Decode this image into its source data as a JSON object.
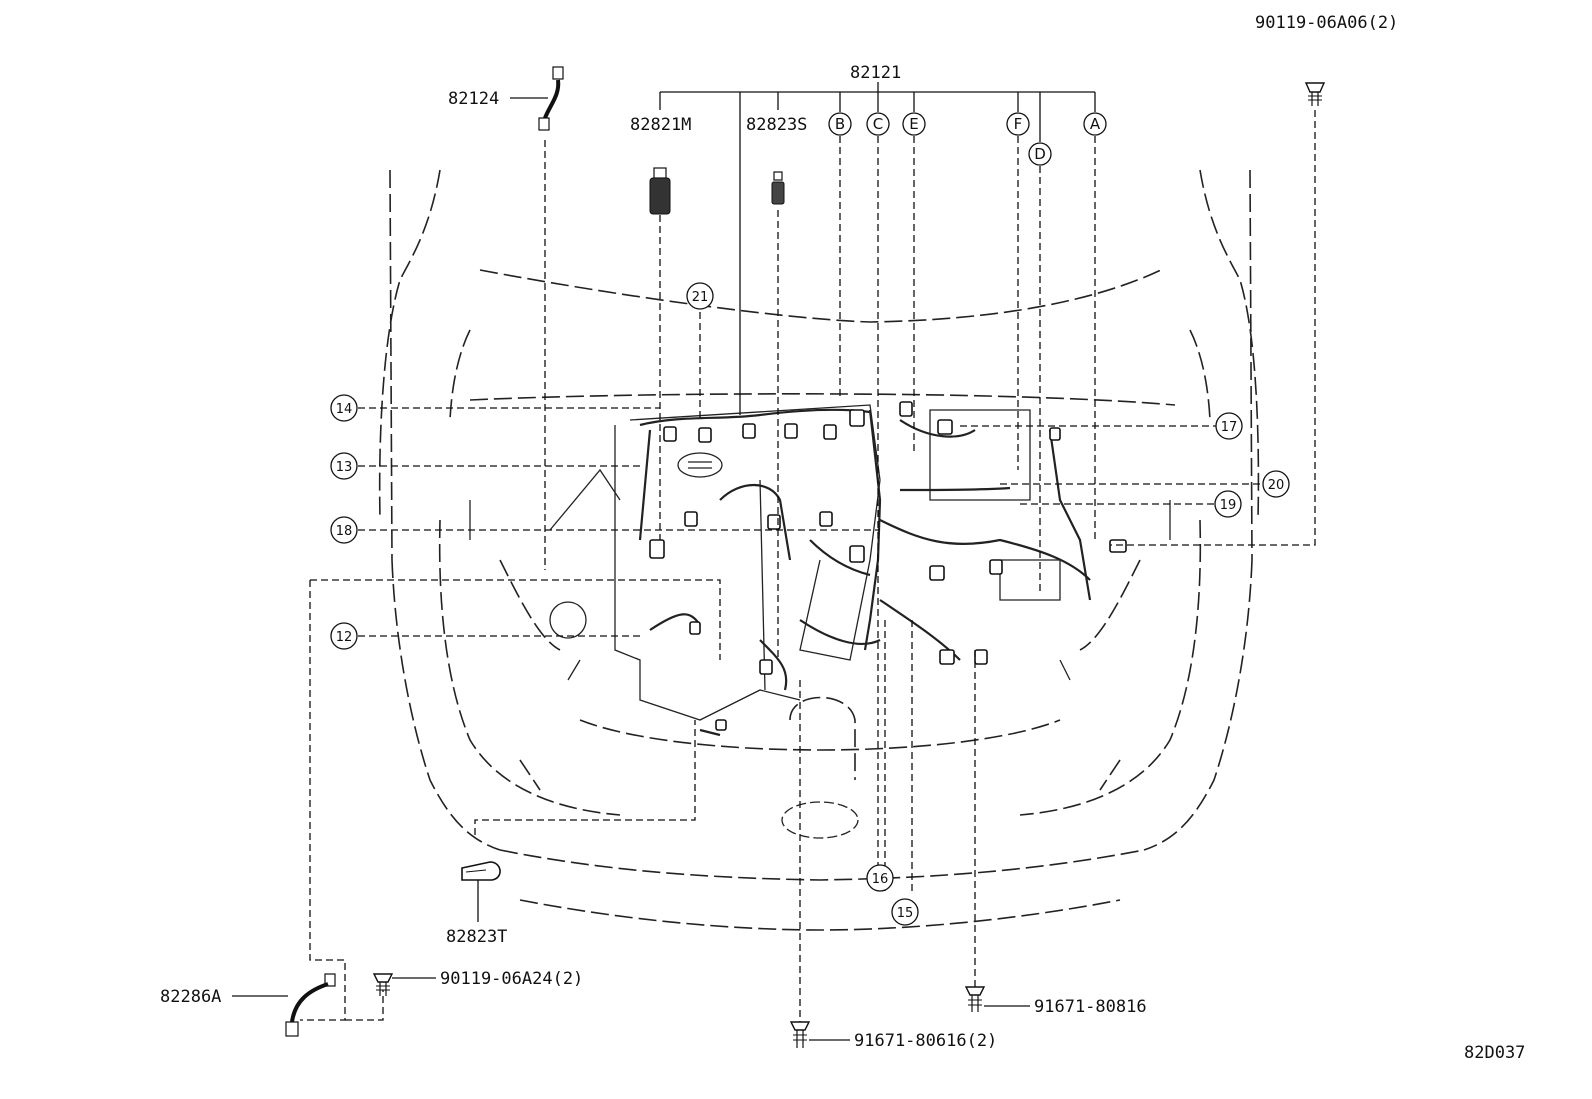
{
  "figure_code": "82D037",
  "parts": {
    "p82121": "82121",
    "p82124": "82124",
    "p82821M": "82821M",
    "p82823S": "82823S",
    "p82823T": "82823T",
    "p82286A": "82286A",
    "bolt_top": "90119-06A06(2)",
    "bolt_bottom": "90119-06A24(2)",
    "bolt_91671_80816": "91671-80816",
    "bolt_91671_80616": "91671-80616(2)"
  },
  "letter_callouts": [
    "B",
    "C",
    "E",
    "F",
    "D",
    "A"
  ],
  "number_callouts": [
    "21",
    "14",
    "13",
    "18",
    "12",
    "17",
    "20",
    "19",
    "16",
    "15"
  ]
}
